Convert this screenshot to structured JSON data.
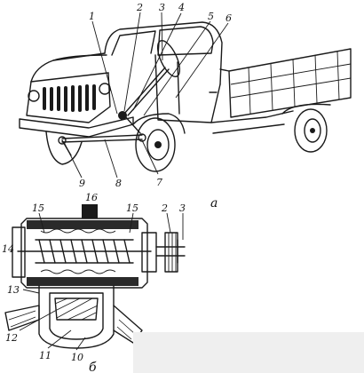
{
  "labels_top": {
    "l1": "1",
    "l2": "2",
    "l3": "3",
    "l4": "4",
    "l5": "5",
    "l6": "6",
    "l7": "7",
    "l8": "8",
    "l9": "9"
  },
  "labels_bottom": {
    "l2": "2",
    "l3": "3",
    "l10": "10",
    "l11": "11",
    "l12": "12",
    "l13": "13",
    "l14": "14",
    "l15a": "15",
    "l15b": "15",
    "l16": "16"
  },
  "captions": {
    "a": "а",
    "b": "б"
  }
}
